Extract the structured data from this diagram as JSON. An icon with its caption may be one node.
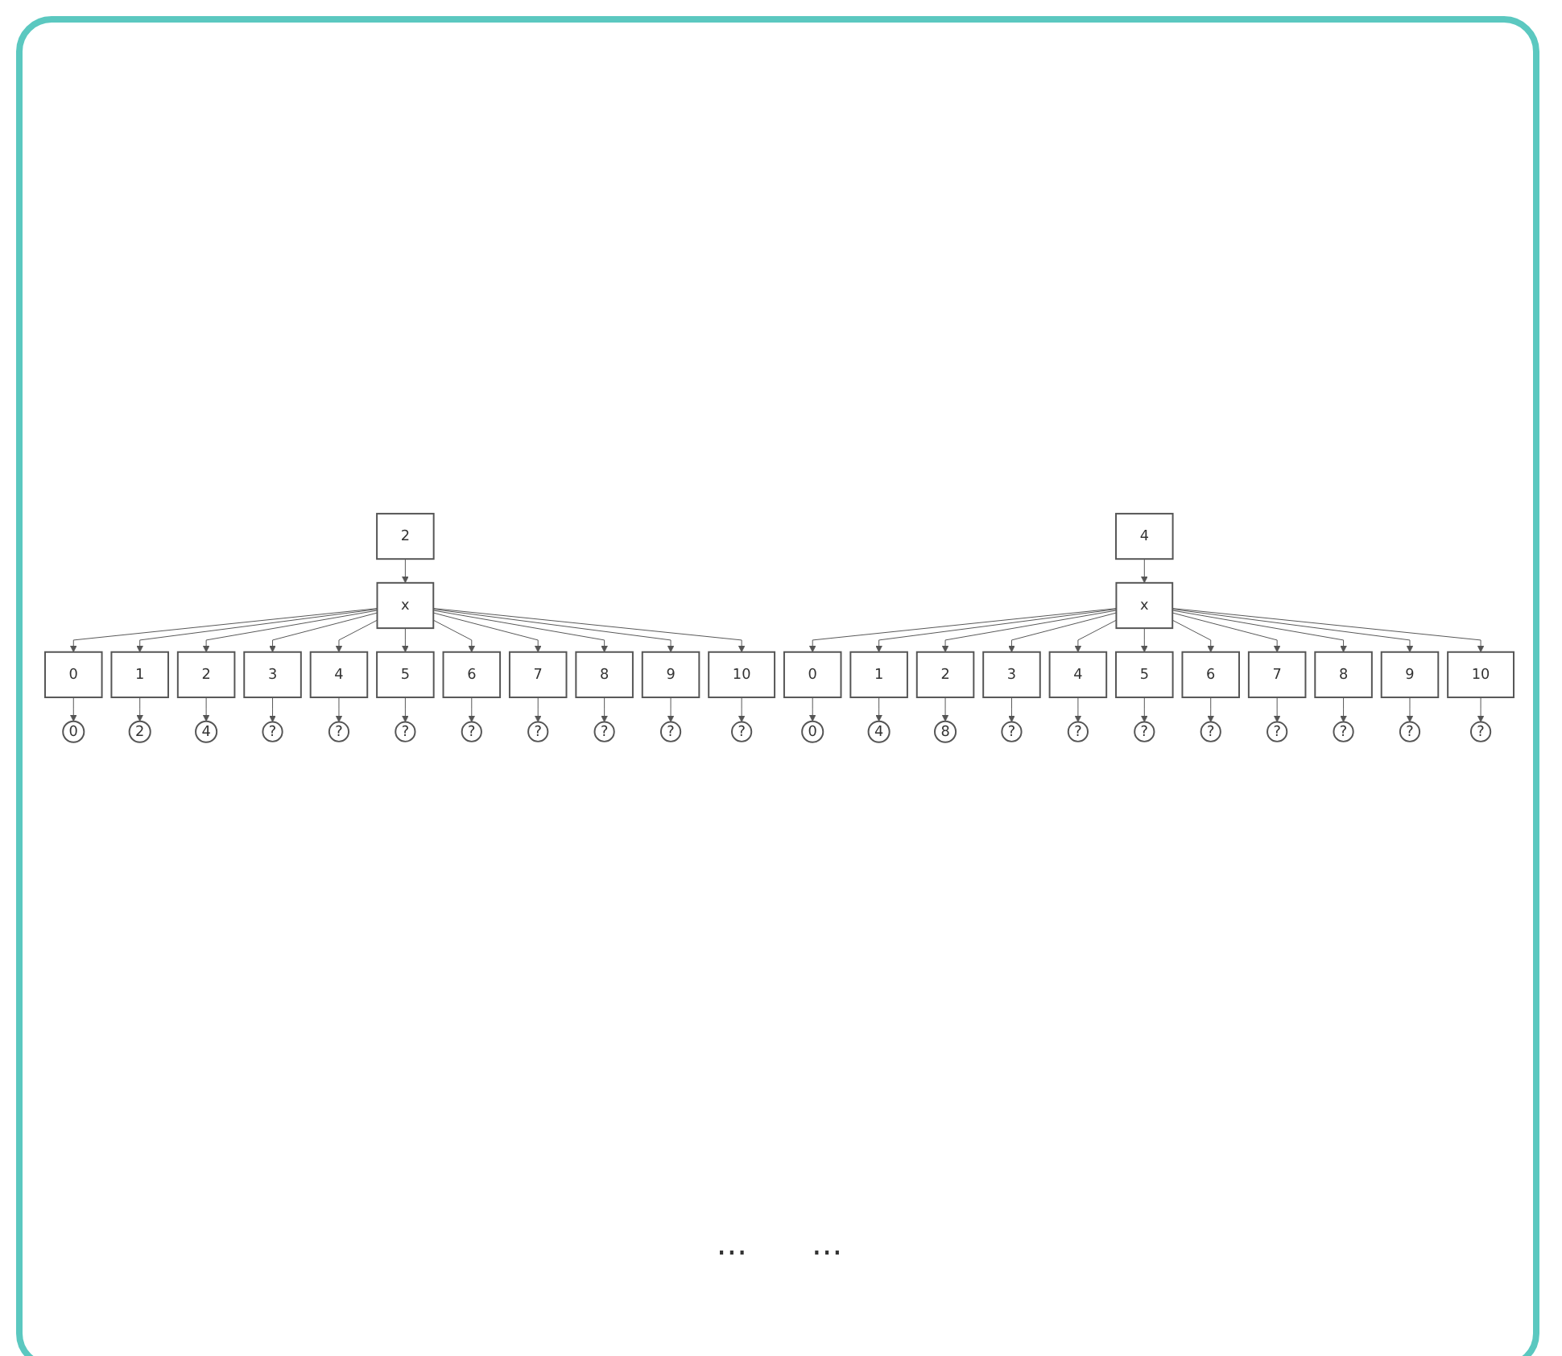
{
  "diagram": {
    "nodes": [
      {
        "text": [
          "2"
        ]
      },
      {
        "text": [
          "x"
        ]
      },
      {
        "text": [
          "0"
        ]
      },
      {
        "text": [
          "1"
        ]
      },
      {
        "text": [
          "2"
        ]
      },
      {
        "text": [
          "3"
        ]
      },
      {
        "text": [
          "4"
        ]
      },
      {
        "text": [
          "5"
        ]
      },
      {
        "text": [
          "6"
        ]
      },
      {
        "text": [
          "7"
        ]
      },
      {
        "text": [
          "8"
        ]
      },
      {
        "text": [
          "9"
        ]
      },
      {
        "text": [
          "10"
        ]
      },
      {
        "text": [
          "0"
        ]
      },
      {
        "text": [
          "2"
        ]
      },
      {
        "text": [
          "4"
        ]
      },
      {
        "text": [
          "?"
        ]
      },
      {
        "text": [
          "?"
        ]
      },
      {
        "text": [
          "?"
        ]
      },
      {
        "text": [
          "?"
        ]
      },
      {
        "text": [
          "?"
        ]
      },
      {
        "text": [
          "?"
        ]
      },
      {
        "text": [
          "?"
        ]
      },
      {
        "text": [
          "?"
        ]
      },
      {
        "text": [
          "4"
        ]
      },
      {
        "text": [
          "x"
        ]
      },
      {
        "text": [
          "0"
        ]
      },
      {
        "text": [
          "1"
        ]
      },
      {
        "text": [
          "2"
        ]
      },
      {
        "text": [
          "3"
        ]
      },
      {
        "text": [
          "4"
        ]
      },
      {
        "text": [
          "5"
        ]
      },
      {
        "text": [
          "6"
        ]
      },
      {
        "text": [
          "7"
        ]
      },
      {
        "text": [
          "8"
        ]
      },
      {
        "text": [
          "9"
        ]
      },
      {
        "text": [
          "10"
        ]
      },
      {
        "text": [
          "0"
        ]
      },
      {
        "text": [
          "4"
        ]
      },
      {
        "text": [
          "8"
        ]
      },
      {
        "text": [
          "?"
        ]
      },
      {
        "text": [
          "?"
        ]
      },
      {
        "text": [
          "?"
        ]
      },
      {
        "text": [
          "?"
        ]
      },
      {
        "text": [
          "?"
        ]
      },
      {
        "text": [
          "?"
        ]
      },
      {
        "text": [
          "?"
        ]
      },
      {
        "text": [
          "?"
        ]
      }
    ],
    "edges": [
      {
        "from": 0,
        "to": 1,
        "arrow": "to"
      },
      {
        "from": 1,
        "to": 2,
        "arrow": "to"
      },
      {
        "from": 1,
        "to": 3,
        "arrow": "to"
      },
      {
        "from": 1,
        "to": 4,
        "arrow": "to"
      },
      {
        "from": 1,
        "to": 5,
        "arrow": "to"
      },
      {
        "from": 1,
        "to": 6,
        "arrow": "to"
      },
      {
        "from": 1,
        "to": 7,
        "arrow": "to"
      },
      {
        "from": 1,
        "to": 8,
        "arrow": "to"
      },
      {
        "from": 1,
        "to": 9,
        "arrow": "to"
      },
      {
        "from": 1,
        "to": 10,
        "arrow": "to"
      },
      {
        "from": 1,
        "to": 11,
        "arrow": "to"
      },
      {
        "from": 1,
        "to": 12,
        "arrow": "to"
      },
      {
        "from": 2,
        "to": 13,
        "arrow": "to"
      },
      {
        "from": 3,
        "to": 14,
        "arrow": "to"
      },
      {
        "from": 4,
        "to": 15,
        "arrow": "to"
      },
      {
        "from": 5,
        "to": 16,
        "arrow": "to"
      },
      {
        "from": 6,
        "to": 17,
        "arrow": "to"
      },
      {
        "from": 7,
        "to": 18,
        "arrow": "to"
      },
      {
        "from": 8,
        "to": 19,
        "arrow": "to"
      },
      {
        "from": 9,
        "to": 20,
        "arrow": "to"
      },
      {
        "from": 10,
        "to": 21,
        "arrow": "to"
      },
      {
        "from": 11,
        "to": 22,
        "arrow": "to"
      },
      {
        "from": 12,
        "to": 23,
        "arrow": "to"
      },
      {
        "from": 24,
        "to": 25,
        "arrow": "to"
      },
      {
        "from": 25,
        "to": 26,
        "arrow": "to"
      },
      {
        "from": 25,
        "to": 27,
        "arrow": "to"
      },
      {
        "from": 25,
        "to": 28,
        "arrow": "to"
      },
      {
        "from": 25,
        "to": 29,
        "arrow": "to"
      },
      {
        "from": 25,
        "to": 30,
        "arrow": "to"
      },
      {
        "from": 25,
        "to": 31,
        "arrow": "to"
      },
      {
        "from": 25,
        "to": 32,
        "arrow": "to"
      },
      {
        "from": 25,
        "to": 33,
        "arrow": "to"
      },
      {
        "from": 25,
        "to": 34,
        "arrow": "to"
      },
      {
        "from": 25,
        "to": 35,
        "arrow": "to"
      },
      {
        "from": 25,
        "to": 36,
        "arrow": "to"
      },
      {
        "from": 26,
        "to": 37,
        "arrow": "to"
      },
      {
        "from": 27,
        "to": 38,
        "arrow": "to"
      },
      {
        "from": 28,
        "to": 39,
        "arrow": "to"
      },
      {
        "from": 29,
        "to": 40,
        "arrow": "to"
      },
      {
        "from": 30,
        "to": 41,
        "arrow": "to"
      },
      {
        "from": 31,
        "to": 42,
        "arrow": "to"
      },
      {
        "from": 32,
        "to": 43,
        "arrow": "to"
      },
      {
        "from": 33,
        "to": 44,
        "arrow": "to"
      },
      {
        "from": 34,
        "to": 45,
        "arrow": "to"
      },
      {
        "from": 35,
        "to": 46,
        "arrow": "to"
      },
      {
        "from": 36,
        "to": 47,
        "arrow": "to"
      }
    ],
    "labels": [
      "...",
      "..."
    ]
  }
}
